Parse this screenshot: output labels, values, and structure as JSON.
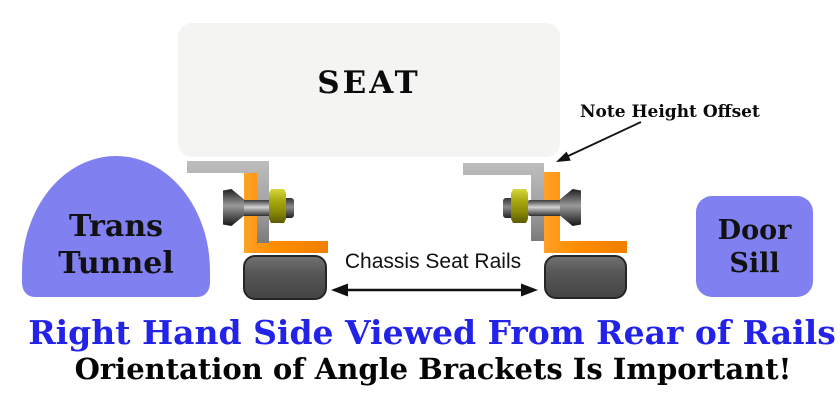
{
  "diagram": {
    "seat": {
      "label": "SEAT"
    },
    "trans_tunnel": {
      "line1": "Trans",
      "line2": "Tunnel"
    },
    "door_sill": {
      "line1": "Door",
      "line2": "Sill"
    },
    "annotations": {
      "height_offset": "Note Height Offset",
      "chassis_rails": "Chassis Seat Rails"
    },
    "captions": {
      "line1": "Right Hand Side Viewed From Rear of Rails",
      "line2": "Orientation of Angle Brackets Is Important!"
    },
    "colors": {
      "accent_purple": "#8080f0",
      "seat_fill": "#f4f4f2",
      "metal_gray": "#a2a2a2",
      "bracket_orange": "#ff8c00",
      "nut_olive": "#a8a80e",
      "rail_gray": "#4f4f4f",
      "caption_blue": "#2222e8",
      "text_black": "#0a0a0a"
    }
  }
}
